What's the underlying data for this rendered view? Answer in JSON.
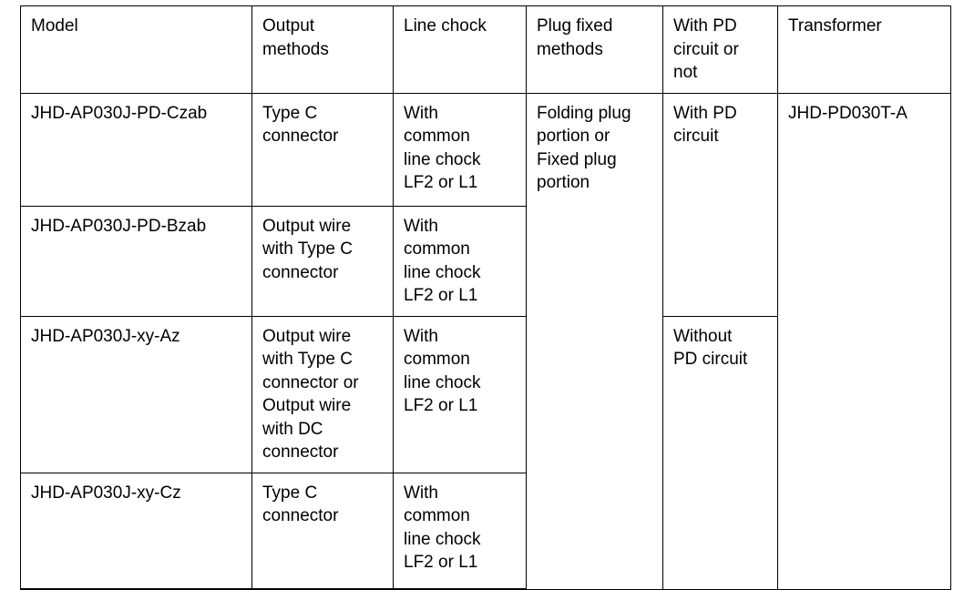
{
  "table": {
    "columns": [
      {
        "key": "model",
        "header": "Model"
      },
      {
        "key": "output",
        "header": "Output\nmethods"
      },
      {
        "key": "chock",
        "header": "Line chock"
      },
      {
        "key": "plug",
        "header": "Plug fixed\nmethods"
      },
      {
        "key": "pd",
        "header": "With PD\ncircuit or\nnot"
      },
      {
        "key": "transformer",
        "header": "Transformer"
      }
    ],
    "rows": [
      {
        "model": "JHD-AP030J-PD-Czab",
        "output": "Type C\nconnector",
        "chock": "With\ncommon\nline chock\nLF2 or L1"
      },
      {
        "model": "JHD-AP030J-PD-Bzab",
        "output": "Output wire\nwith Type C\nconnector",
        "chock": "With\ncommon\nline chock\nLF2 or L1"
      },
      {
        "model": "JHD-AP030J-xy-Az",
        "output": "Output wire\nwith Type C\nconnector or\nOutput wire\nwith DC\nconnector",
        "chock": "With\ncommon\nline chock\nLF2 or L1"
      },
      {
        "model": "JHD-AP030J-xy-Cz",
        "output": "Type C\nconnector",
        "chock": "With\ncommon\nline chock\nLF2 or L1"
      }
    ],
    "merged": {
      "plug_all_rows": "Folding plug\nportion or\nFixed plug\nportion",
      "pd_rows_1_2": "With PD\ncircuit",
      "pd_rows_3_4": "Without\nPD circuit",
      "transformer_all_rows": "JHD-PD030T-A"
    },
    "colors": {
      "border": "#000000",
      "text": "#000000",
      "background": "#ffffff"
    }
  }
}
